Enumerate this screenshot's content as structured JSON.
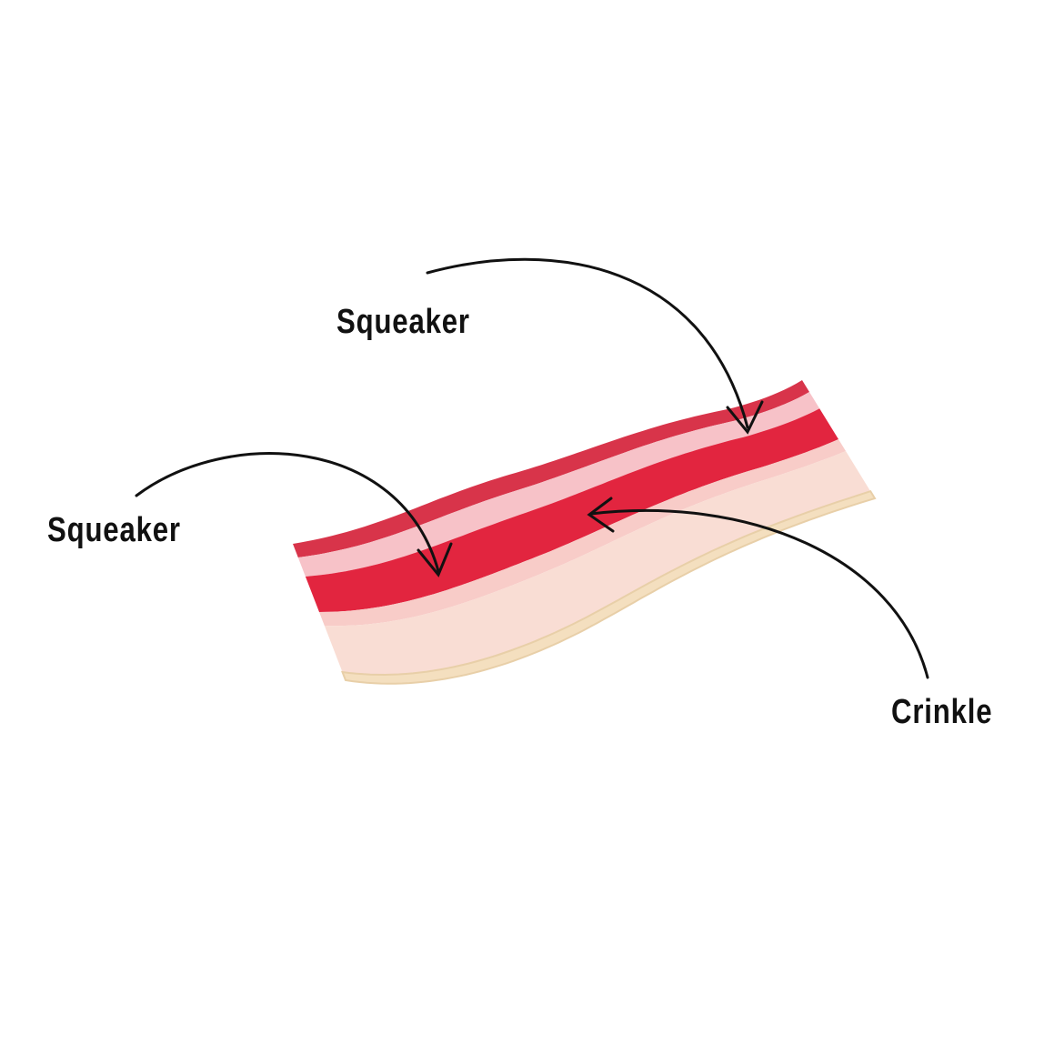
{
  "labels": {
    "squeaker_top": "Squeaker",
    "squeaker_left": "Squeaker",
    "crinkle": "Crinkle"
  },
  "colors": {
    "dark_red": "#d8344a",
    "pink": "#f7c2c8",
    "red": "#e2253f",
    "light_pink": "#f8ccc8",
    "cream": "#f9ddd4",
    "trim": "#f4dfbf",
    "ink": "#111111"
  }
}
